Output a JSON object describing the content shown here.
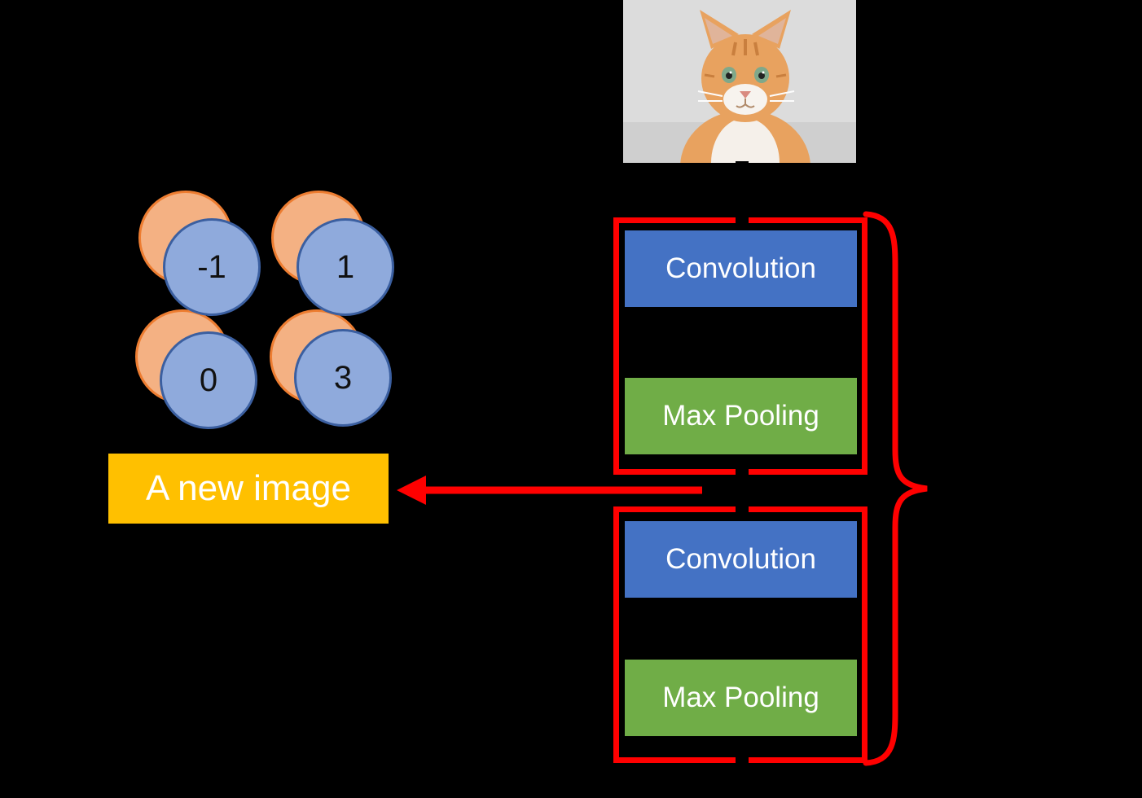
{
  "cat_image": "kitten-photo",
  "matrix": {
    "values": [
      "-1",
      "1",
      "0",
      "3"
    ]
  },
  "new_image": {
    "label": "A new image"
  },
  "blocks": [
    {
      "layers": [
        {
          "label": "Convolution"
        },
        {
          "label": "Max Pooling"
        }
      ]
    },
    {
      "layers": [
        {
          "label": "Convolution"
        },
        {
          "label": "Max Pooling"
        }
      ]
    }
  ],
  "colors": {
    "background": "#000000",
    "convolution_blue": "#4472C4",
    "pooling_green": "#70AD47",
    "new_image_gold": "#FFC000",
    "accent_red": "#FF0000",
    "circle_front_blue": "#8FAADC",
    "circle_back_orange": "#F4B183"
  }
}
